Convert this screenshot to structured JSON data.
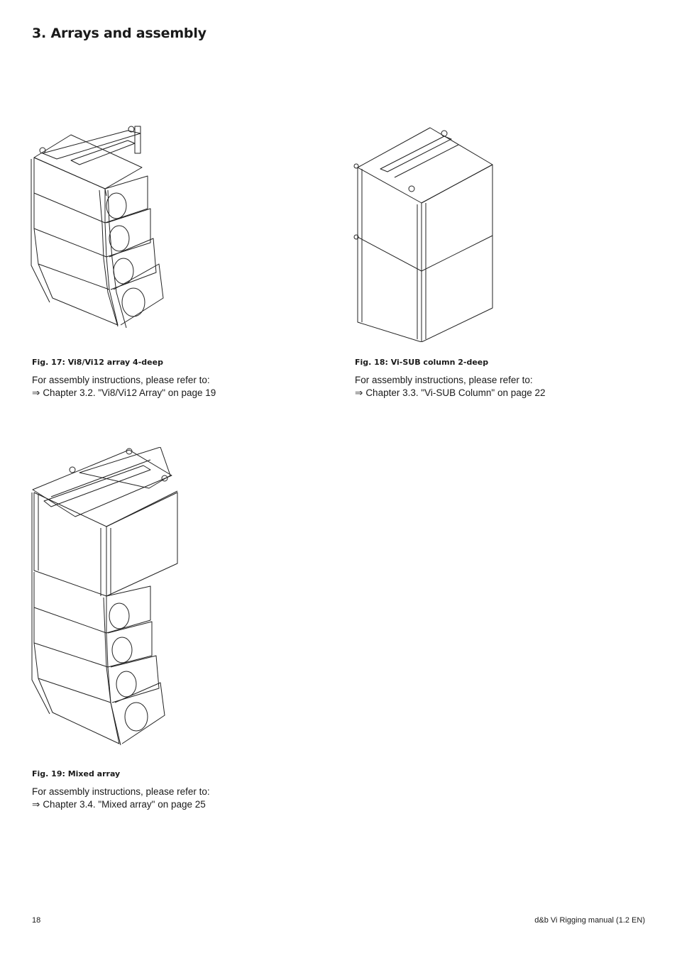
{
  "page_title": "3. Arrays and assembly",
  "figures": [
    {
      "caption": "Fig. 17: Vi8/Vi12 array 4-deep",
      "ref_intro": "For assembly instructions, please refer to:",
      "ref_arrow": "⇒",
      "ref_link": "Chapter 3.2. \"Vi8/Vi12 Array\" on page 19"
    },
    {
      "caption": "Fig. 18:  Vi-SUB column 2-deep",
      "ref_intro": "For assembly instructions, please refer to:",
      "ref_arrow": "⇒",
      "ref_link": "Chapter 3.3. \"Vi-SUB Column\" on page 22"
    },
    {
      "caption": "Fig. 19:  Mixed array",
      "ref_intro": "For assembly instructions, please refer to:",
      "ref_arrow": "⇒",
      "ref_link": "Chapter 3.4. \"Mixed array\" on page 25"
    }
  ],
  "footer": {
    "page_number": "18",
    "manual_name": "d&b Vi Rigging manual (1.2 EN)"
  }
}
